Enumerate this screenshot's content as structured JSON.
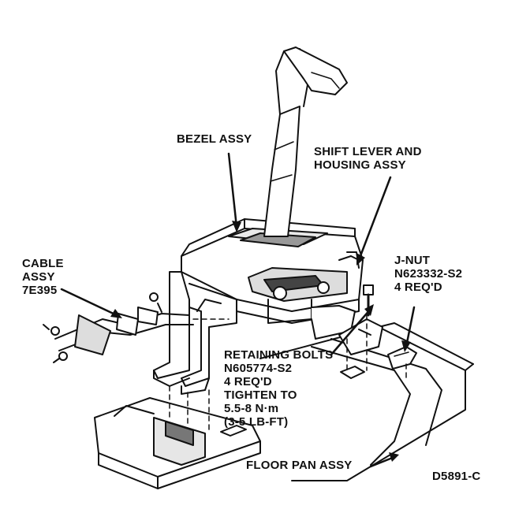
{
  "labels": {
    "bezel": "BEZEL ASSY",
    "shift_lever": [
      "SHIFT LEVER AND",
      "HOUSING ASSY"
    ],
    "cable": [
      "CABLE",
      "ASSY",
      "7E395"
    ],
    "jnut": [
      "J-NUT",
      "N623332-S2",
      "4 REQ'D"
    ],
    "bolts": [
      "RETAINING BOLTS",
      "N605774-S2",
      "4 REQ'D",
      "TIGHTEN TO",
      "5.5-8 N·m",
      "(3-5 LB-FT)"
    ],
    "floor_pan": "FLOOR PAN ASSY",
    "figure_id": "D5891-C"
  },
  "colors": {
    "ink": "#111111",
    "paper": "#ffffff",
    "shade": "#d8d8d8"
  }
}
